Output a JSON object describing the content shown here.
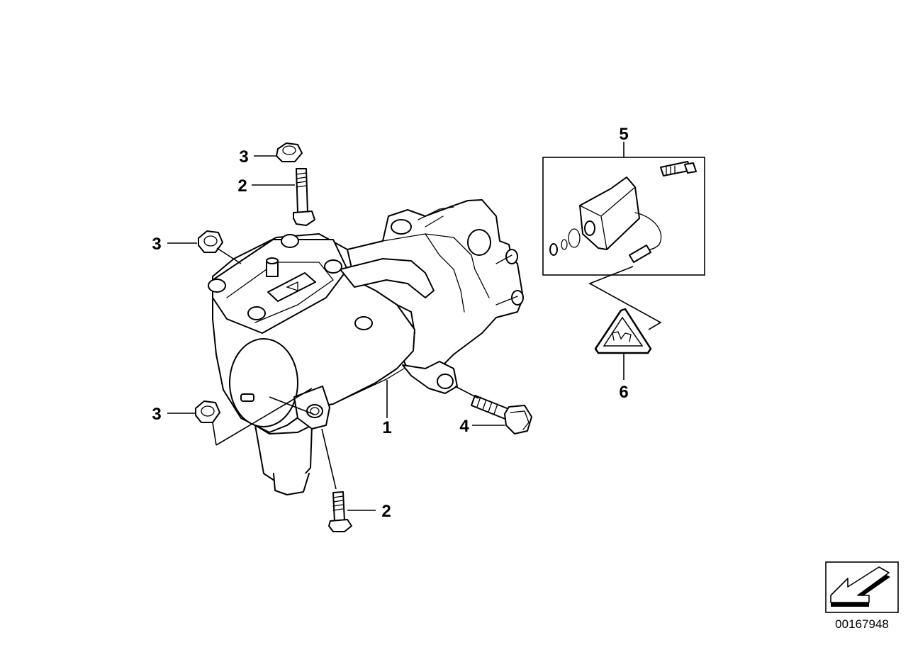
{
  "callouts": [
    {
      "id": "c1",
      "label": "1"
    },
    {
      "id": "c2a",
      "label": "2"
    },
    {
      "id": "c2b",
      "label": "2"
    },
    {
      "id": "c3a",
      "label": "3"
    },
    {
      "id": "c3b",
      "label": "3"
    },
    {
      "id": "c3c",
      "label": "3"
    },
    {
      "id": "c4",
      "label": "4"
    },
    {
      "id": "c5",
      "label": "5"
    },
    {
      "id": "c6",
      "label": "6"
    }
  ],
  "document_number": "00167948",
  "icons": {
    "warning_triangle": "warning-triangle-icon",
    "direction_arrow": "front-direction-arrow-icon"
  }
}
